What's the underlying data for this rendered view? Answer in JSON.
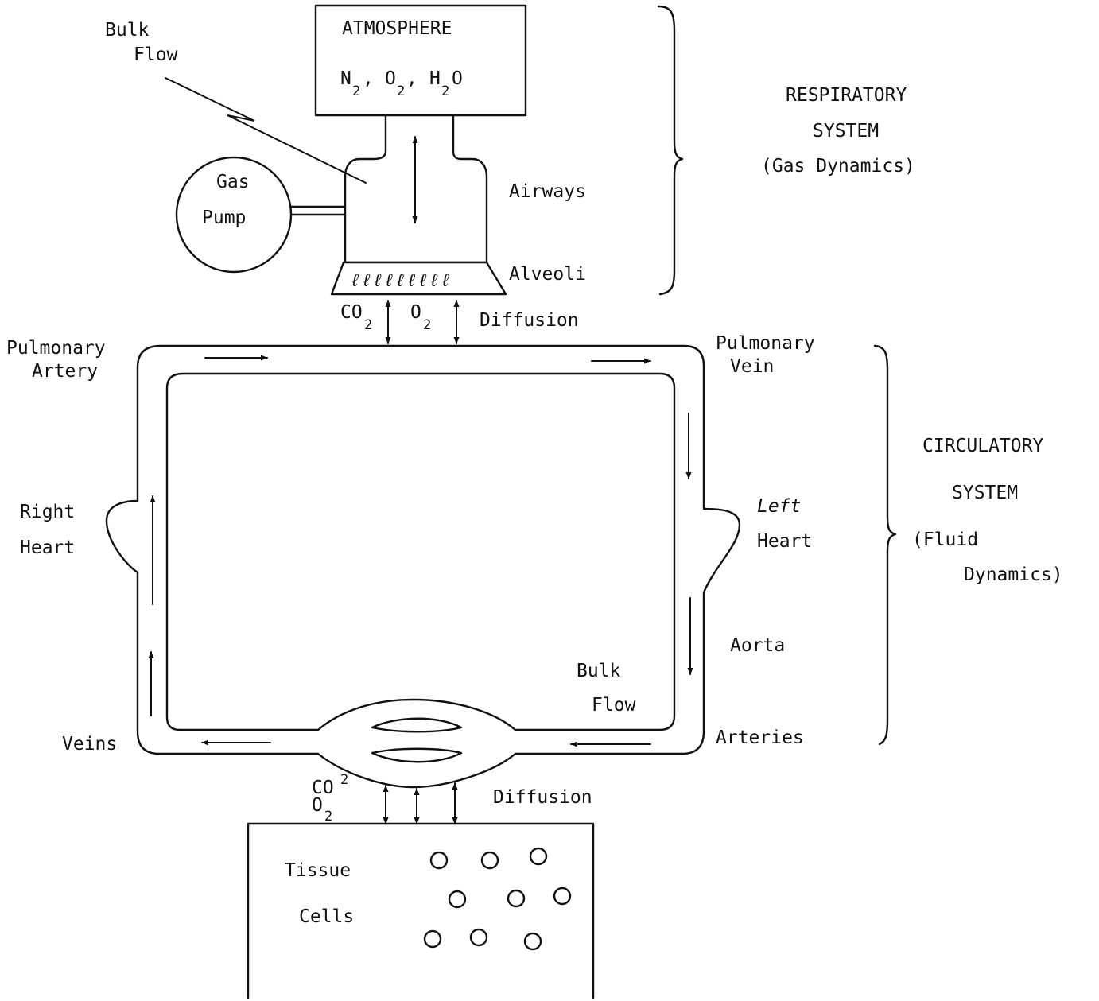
{
  "respiratory": {
    "atmosphere_title": "ATMOSPHERE",
    "n2": "N",
    "o2": "O",
    "h2": "H",
    "h2o_o": "O",
    "gas_1": "Gas",
    "gas_2": "Pump",
    "bulk_flow_1": "Bulk",
    "bulk_flow_2": "Flow",
    "airways": "Airways",
    "alveoli": "Alveoli",
    "alveoli_coils": "ℓℓℓℓℓℓℓℓℓ",
    "system_1": "RESPIRATORY",
    "system_2": "SYSTEM",
    "system_3": "(Gas Dynamics)"
  },
  "exchange_top": {
    "co2_c": "CO",
    "co2_sub": "2",
    "o2_o": "O",
    "o2_sub": "2",
    "diffusion": "Diffusion"
  },
  "circulatory": {
    "pulm_artery_1": "Pulmonary",
    "pulm_artery_2": "Artery",
    "pulm_vein_1": "Pulmonary",
    "pulm_vein_2": "Vein",
    "right_heart_1": "Right",
    "right_heart_2": "Heart",
    "left_heart_1": "Left",
    "left_heart_2": "Heart",
    "aorta": "Aorta",
    "bulk_flow_1": "Bulk",
    "bulk_flow_2": "Flow",
    "veins": "Veins",
    "arteries": "Arteries",
    "system_1": "CIRCULATORY",
    "system_2": "SYSTEM",
    "system_3": "(Fluid",
    "system_4": "Dynamics)"
  },
  "exchange_bottom": {
    "co2_c": "CO",
    "co2_sub": "2",
    "o2_o": "O",
    "o2_sub": "2",
    "diffusion": "Diffusion"
  },
  "tissue": {
    "label_1": "Tissue",
    "label_2": "Cells"
  },
  "subscript": "2"
}
